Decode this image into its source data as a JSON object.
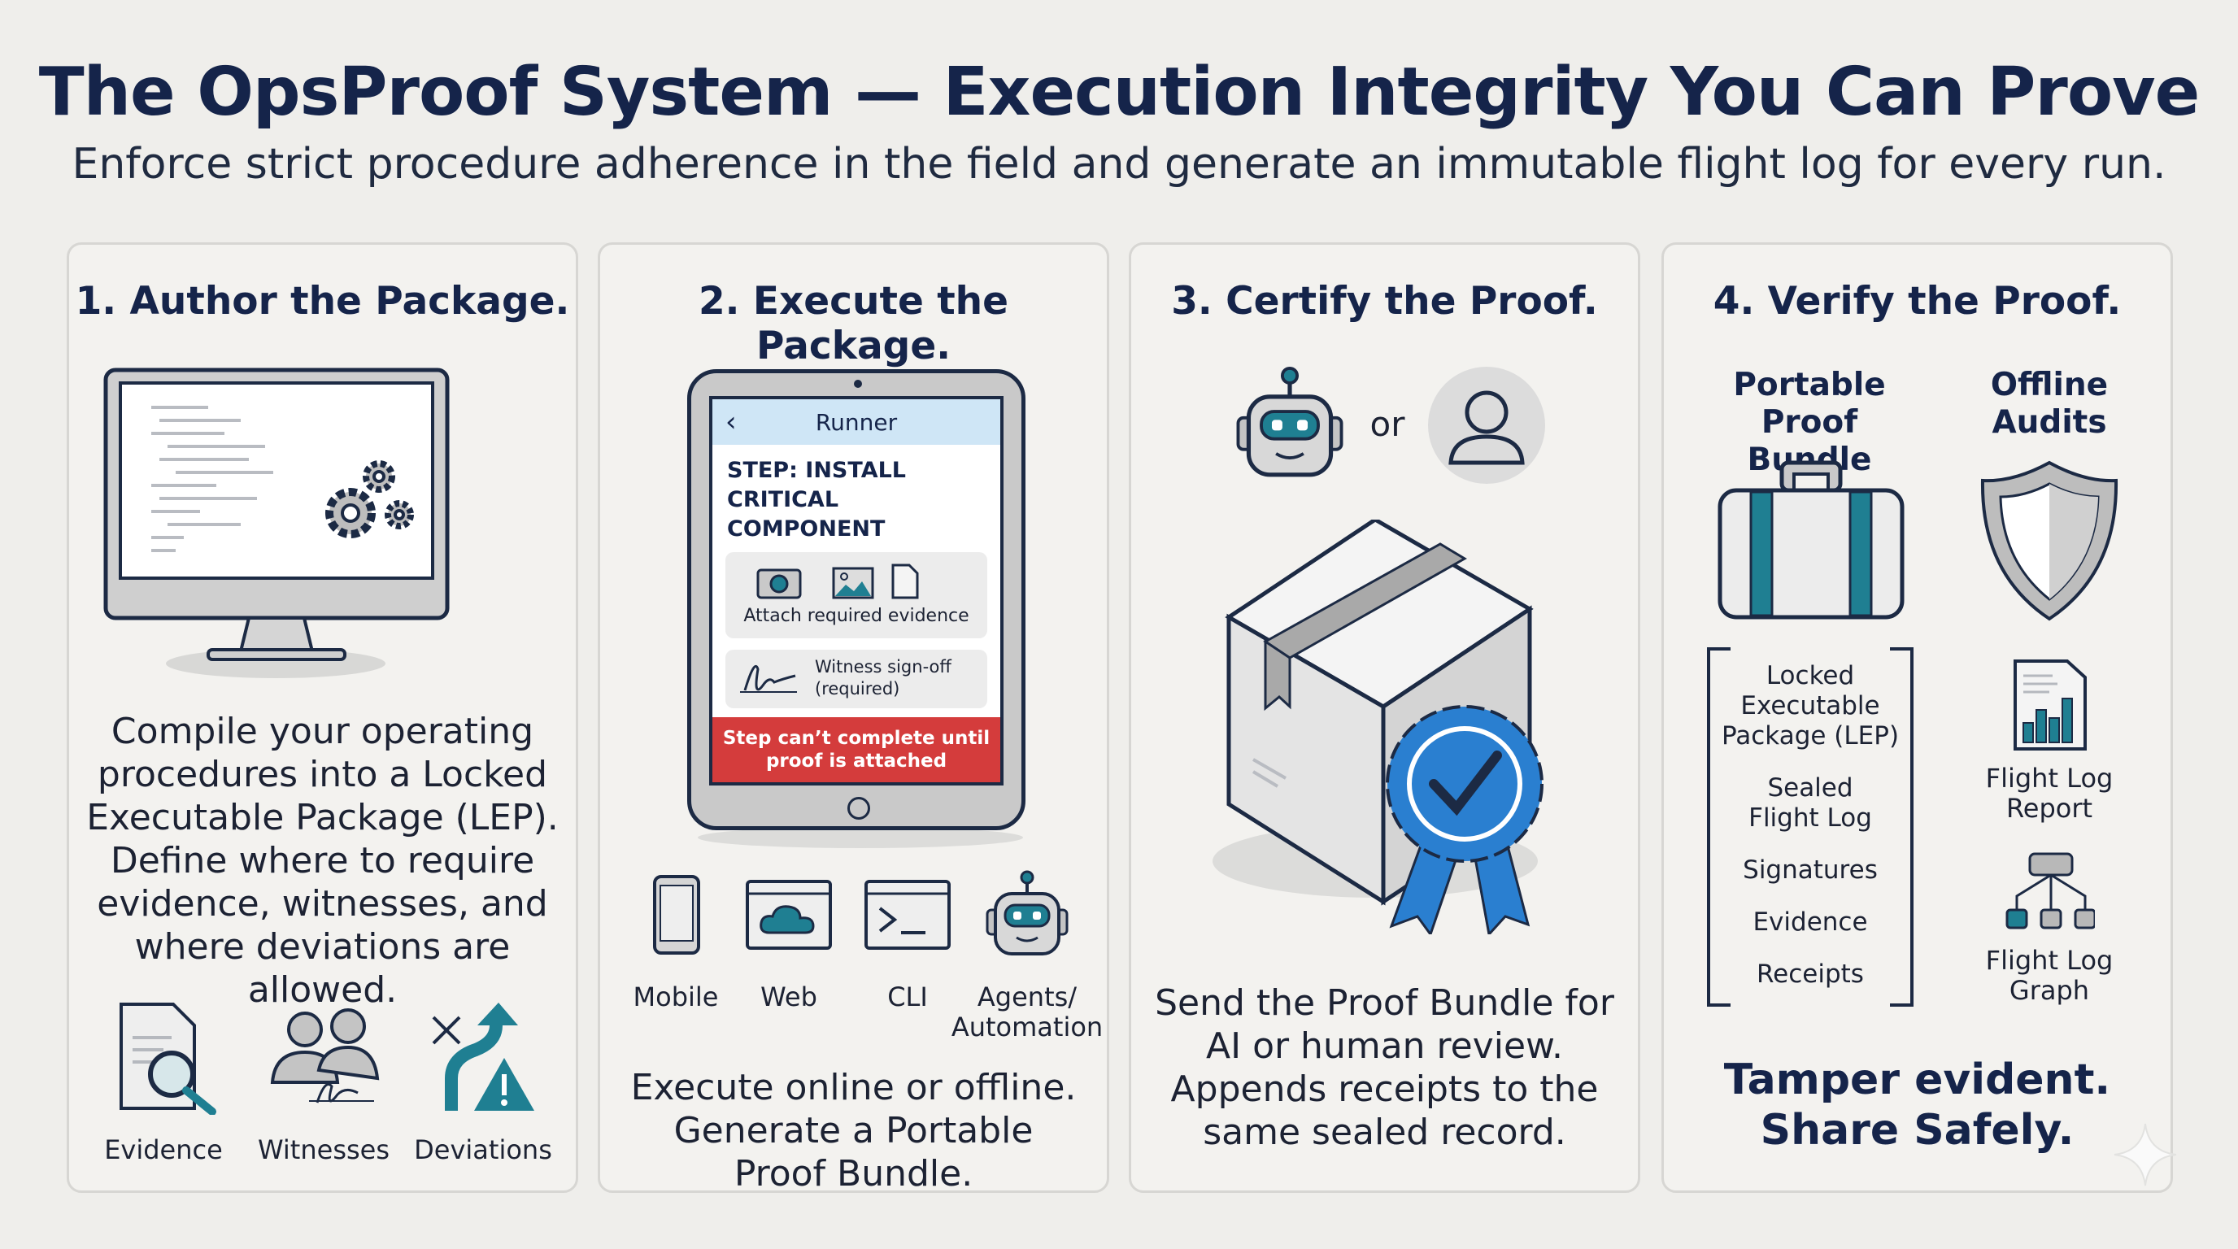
{
  "header": {
    "title": "The OpsProof System — Execution Integrity You Can Prove",
    "subtitle": "Enforce strict procedure adherence in the field and generate an immutable flight log for every run."
  },
  "colors": {
    "navy": "#15244a",
    "teal": "#1f7f92",
    "ribbon": "#2a7fd0",
    "alert": "#d43c3c"
  },
  "panels": [
    {
      "heading": "1. Author the Package.",
      "paragraph": [
        "Compile your operating",
        "procedures into a Locked",
        "Executable Package (LEP).",
        "Define where to require",
        "evidence, witnesses, and",
        "where deviations are allowed."
      ],
      "icons": [
        {
          "label": "Evidence",
          "icon": "document-magnifier-icon"
        },
        {
          "label": "Witnesses",
          "icon": "people-signature-icon"
        },
        {
          "label": "Deviations",
          "icon": "deviation-arrow-warning-icon"
        }
      ]
    },
    {
      "heading": "2. Execute the Package.",
      "runner": {
        "title": "Runner",
        "step_line1": "STEP: INSTALL",
        "step_line2": "CRITICAL COMPONENT",
        "evidence_label": "Attach required evidence",
        "witness_line1": "Witness sign-off",
        "witness_line2": "(required)",
        "banner_line1": "Step can’t complete until",
        "banner_line2": "proof is attached"
      },
      "platforms": [
        {
          "label": "Mobile",
          "icon": "phone-icon"
        },
        {
          "label": "Web",
          "icon": "browser-cloud-icon"
        },
        {
          "label": "CLI",
          "icon": "terminal-icon"
        },
        {
          "label_line1": "Agents/",
          "label_line2": "Automation",
          "icon": "robot-icon"
        }
      ],
      "paragraph": [
        "Execute online or offline.",
        "Generate a Portable",
        "Proof Bundle."
      ]
    },
    {
      "heading": "3. Certify the Proof.",
      "or_label": "or",
      "paragraph": [
        "Send the Proof Bundle for",
        "AI or human review.",
        "Appends receipts to the",
        "same sealed record."
      ]
    },
    {
      "heading": "4. Verify the Proof.",
      "bundle_heading": [
        "Portable",
        "Proof Bundle"
      ],
      "audits_heading": [
        "Offline",
        "Audits"
      ],
      "bundle_items": [
        [
          "Locked",
          "Executable",
          "Package (LEP)"
        ],
        [
          "Sealed",
          "Flight Log"
        ],
        [
          "Signatures"
        ],
        [
          "Evidence"
        ],
        [
          "Receipts"
        ]
      ],
      "audit_items": [
        [
          "Flight Log",
          "Report"
        ],
        [
          "Flight Log",
          "Graph"
        ]
      ],
      "tagline": [
        "Tamper evident.",
        "Share Safely."
      ]
    }
  ]
}
